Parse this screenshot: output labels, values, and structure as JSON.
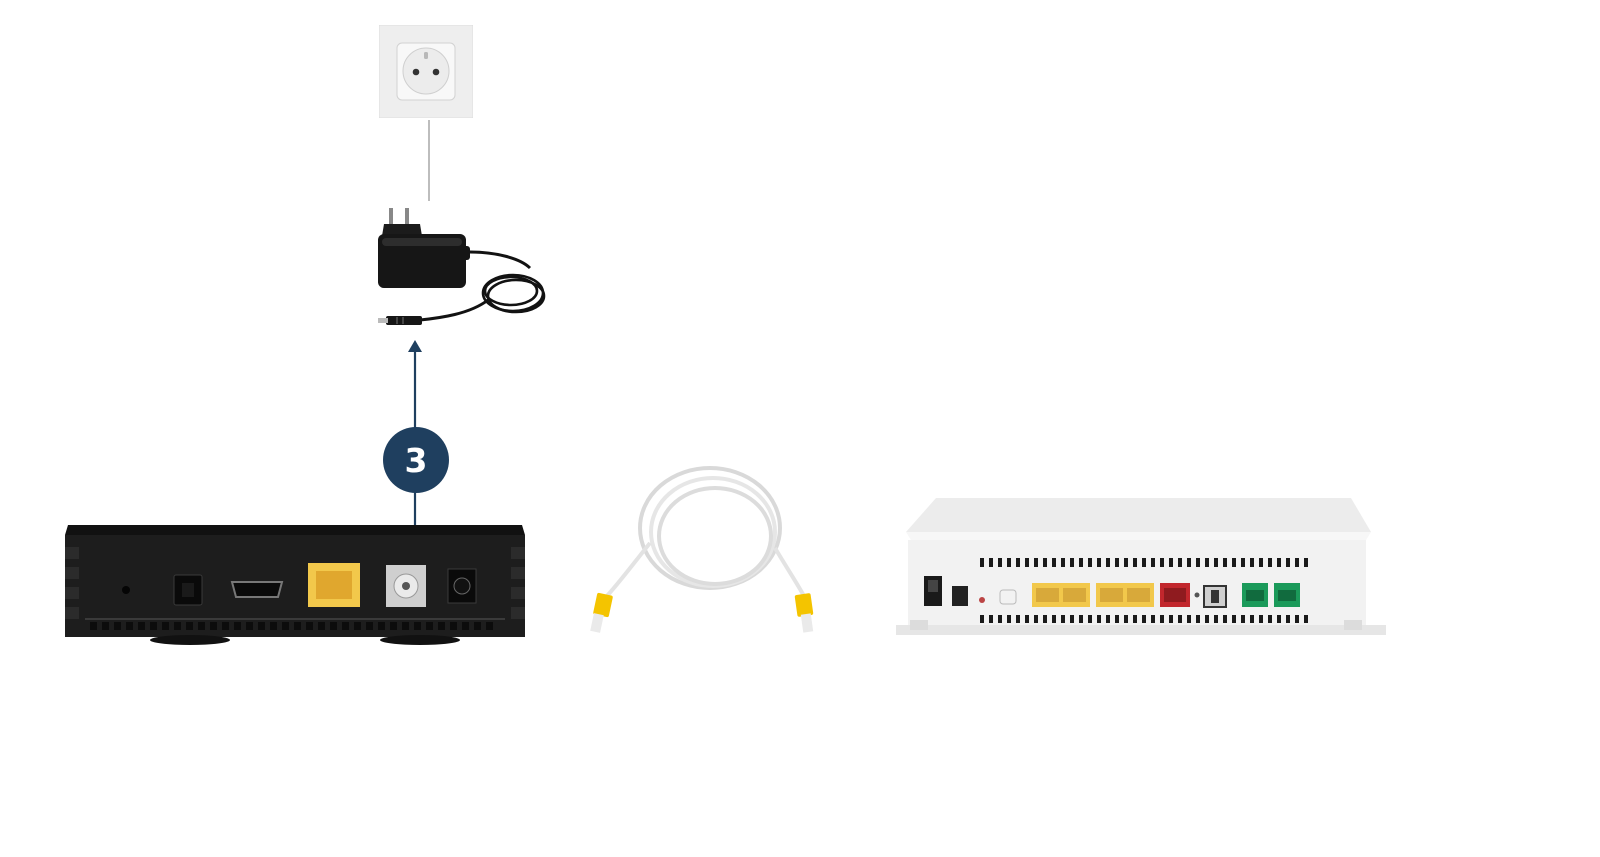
{
  "diagram": {
    "step": {
      "number": "3",
      "color": "#1f3f5f"
    },
    "devices": [
      {
        "name": "wall-socket",
        "icon": "power-outlet"
      },
      {
        "name": "power-adapter",
        "icon": "power-adapter"
      },
      {
        "name": "tv-decoder",
        "icon": "tv-box"
      },
      {
        "name": "ethernet-cable",
        "icon": "rj45-cable"
      },
      {
        "name": "router",
        "icon": "bbox-router"
      }
    ],
    "colors": {
      "decoder_body": "#1c1c1c",
      "router_body": "#f1f1f1",
      "lan_port": "#f2c84b",
      "wan_port": "#c2272d",
      "phone_port": "#1b9a5a",
      "cable": "#f4f4f4",
      "connector": "#f4c400"
    }
  }
}
